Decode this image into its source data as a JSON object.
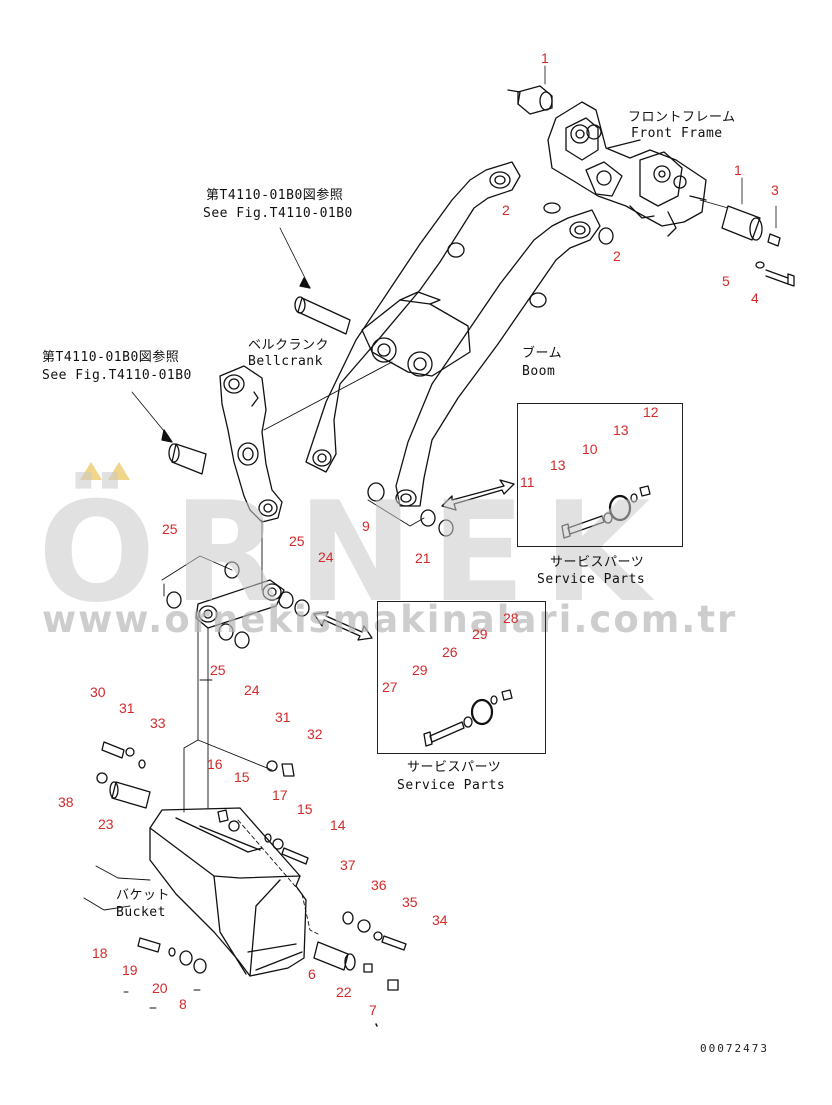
{
  "labels": {
    "front_frame_jp": "フロントフレーム",
    "front_frame_en": "Front Frame",
    "boom_jp": "ブーム",
    "boom_en": "Boom",
    "bellcrank_jp": "ベルクランク",
    "bellcrank_en": "Bellcrank",
    "bucket_jp": "バケット",
    "bucket_en": "Bucket",
    "ref1_jp": "第T4110-01B0図参照",
    "ref1_en": "See Fig.T4110-01B0",
    "ref2_jp": "第T4110-01B0図参照",
    "ref2_en": "See Fig.T4110-01B0",
    "service1_jp": "サービスパーツ",
    "service1_en": "Service Parts",
    "service2_jp": "サービスパーツ",
    "service2_en": "Service Parts"
  },
  "callouts": {
    "c1a": "1",
    "c1b": "1",
    "c2a": "2",
    "c2b": "2",
    "c3": "3",
    "c4": "4",
    "c5": "5",
    "c6": "6",
    "c7": "7",
    "c8": "8",
    "c9": "9",
    "c10": "10",
    "c11": "11",
    "c12": "12",
    "c13a": "13",
    "c13b": "13",
    "c14": "14",
    "c15a": "15",
    "c15b": "15",
    "c16": "16",
    "c17": "17",
    "c18": "18",
    "c19": "19",
    "c20": "20",
    "c21": "21",
    "c22": "22",
    "c23": "23",
    "c24a": "24",
    "c24b": "24",
    "c25a": "25",
    "c25b": "25",
    "c25c": "25",
    "c26": "26",
    "c27": "27",
    "c28": "28",
    "c29a": "29",
    "c29b": "29",
    "c30": "30",
    "c31a": "31",
    "c31b": "31",
    "c32": "32",
    "c33": "33",
    "c34": "34",
    "c35": "35",
    "c36": "36",
    "c37": "37",
    "c38": "38"
  },
  "watermark": {
    "brand": "ÖRNEK",
    "url": "www.ornekismakinalari.com.tr",
    "color": "#c9c9c9"
  },
  "document_number": "00072473",
  "colors": {
    "callout": "#d42a2a",
    "line": "#111111"
  }
}
